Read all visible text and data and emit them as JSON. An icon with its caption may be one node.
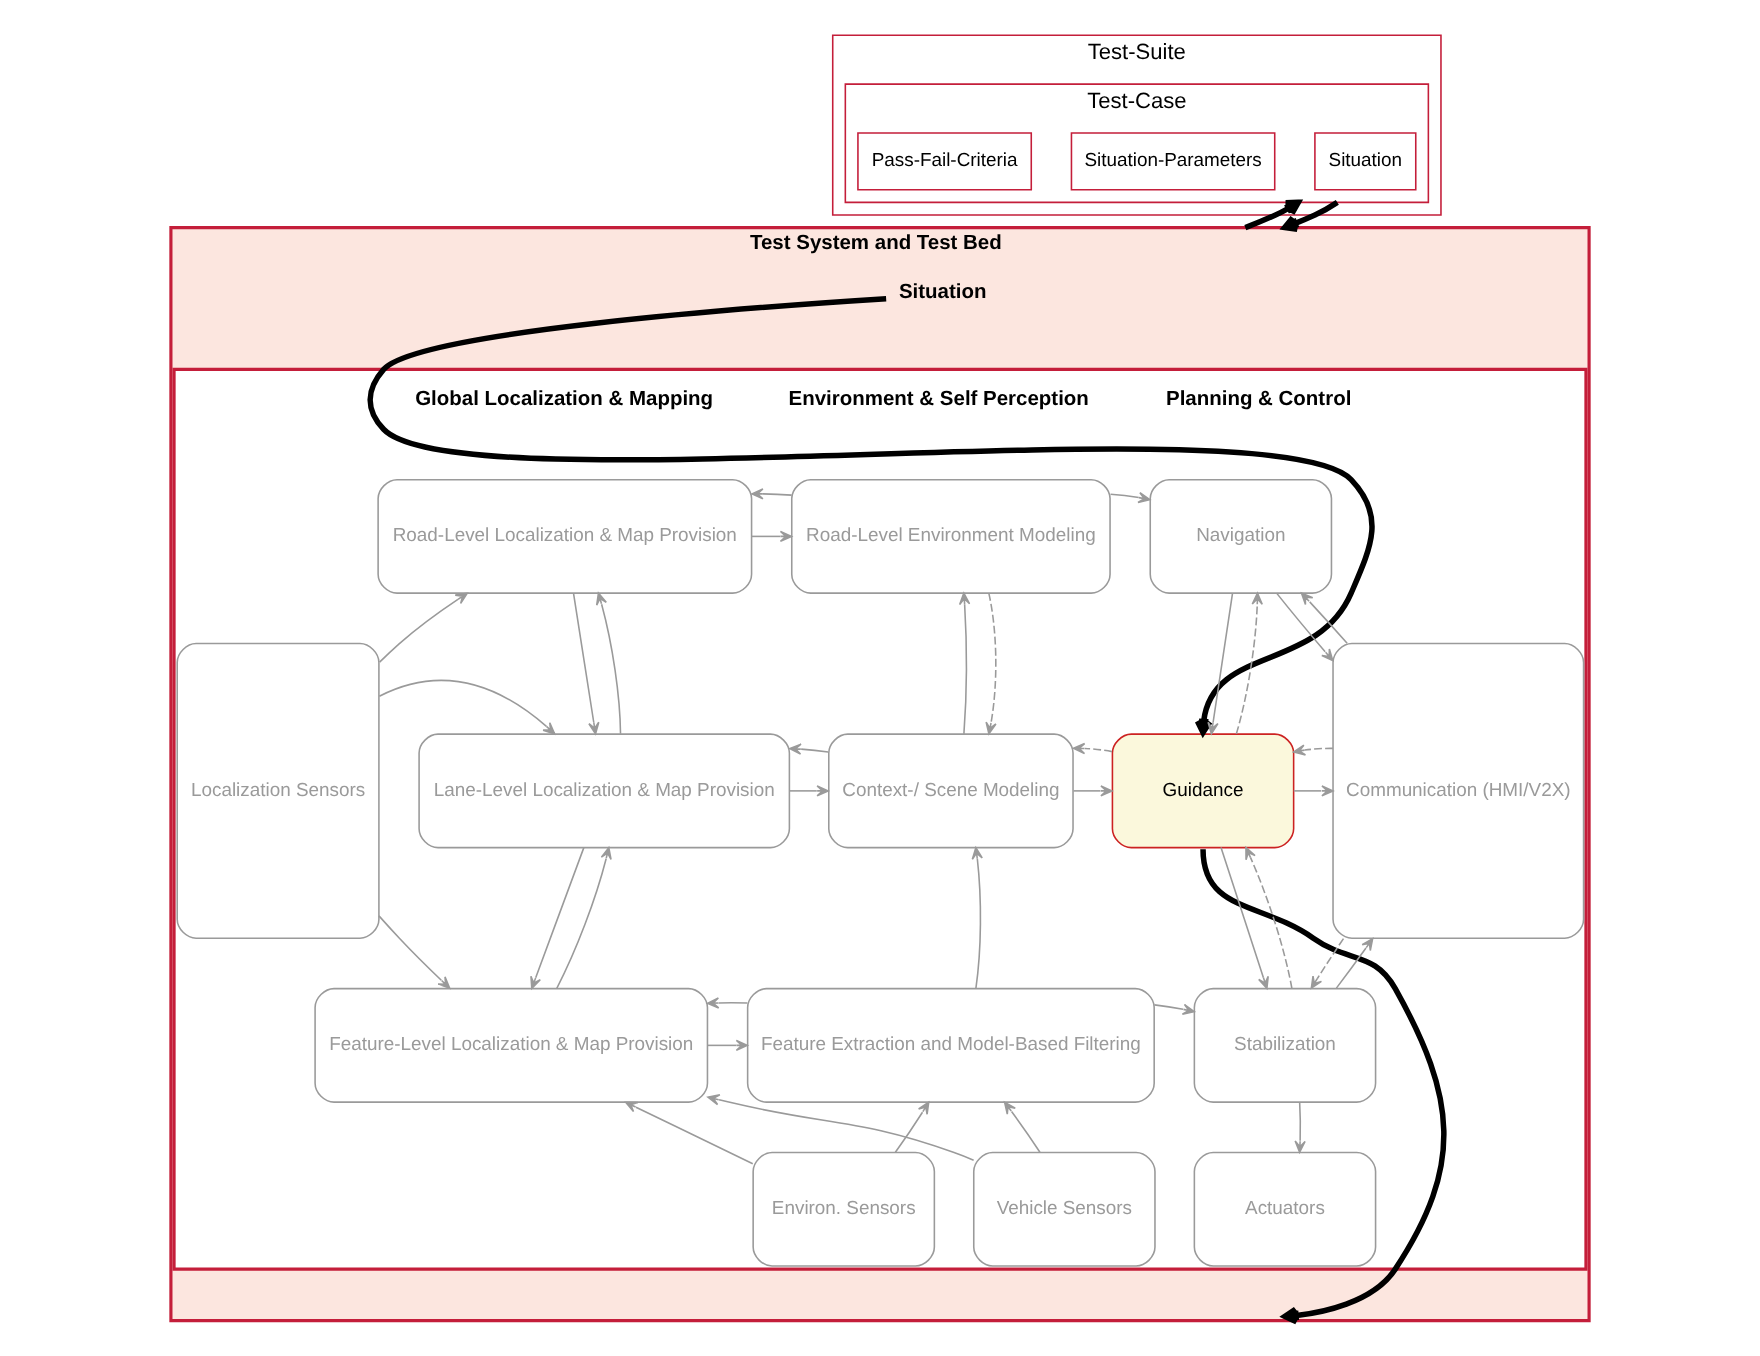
{
  "diagram": {
    "nodes": [
      {
        "text": [
          "Test-Suite"
        ]
      },
      {
        "text": [
          "Test-Case"
        ],
        "in": 0
      },
      {
        "text": [
          "Situation"
        ],
        "in": 1
      },
      {
        "text": [
          "Situation-Parameters"
        ],
        "in": 1
      },
      {
        "text": [
          "Pass-Fail-Criteria"
        ],
        "in": 1
      },
      {
        "text": [
          "Test System and Test Bed"
        ]
      },
      {
        "text": [
          "Situation"
        ],
        "in": 5
      },
      {
        "text": [],
        "shape": "box",
        "in": 5
      },
      {
        "text": [
          "Localization Sensors"
        ],
        "in": 7
      },
      {
        "text": [
          "Road-Level Localization & Map Provision"
        ],
        "in": 7
      },
      {
        "text": [
          "Lane-Level Localization & Map Provision"
        ],
        "in": 7
      },
      {
        "text": [
          "Feature-Level Localization & Map Provision"
        ],
        "in": 7
      },
      {
        "text": [
          "Road-Level Environment Modeling"
        ],
        "in": 7
      },
      {
        "text": [
          "Context-/ Scene Modeling"
        ],
        "in": 7
      },
      {
        "text": [
          "Feature Extraction and Model-Based Filtering"
        ],
        "in": 7
      },
      {
        "text": [
          "Environ. Sensors"
        ],
        "in": 7
      },
      {
        "text": [
          "Vehicle Sensors"
        ],
        "in": 7
      },
      {
        "text": [
          "Navigation"
        ],
        "in": 7
      },
      {
        "text": [
          "Guidance"
        ],
        "in": 7
      },
      {
        "text": [
          "Stabilization"
        ],
        "in": 7
      },
      {
        "text": [
          "Actuators"
        ],
        "in": 7
      },
      {
        "text": [
          "Communication (HMI/V2X)"
        ],
        "in": 7
      }
    ],
    "edges": [
      {
        "from": 1,
        "to": 5,
        "arrow": "to",
        "style": "thick",
        "color": "#000000"
      },
      {
        "from": 5,
        "to": 1,
        "arrow": "to",
        "style": "thick",
        "color": "#000000"
      },
      {
        "from": 6,
        "to": 18,
        "arrow": "to",
        "style": "thick",
        "color": "#000000"
      },
      {
        "from": 18,
        "to": 5,
        "arrow": "to",
        "style": "thick",
        "color": "#000000"
      },
      {
        "from": 8,
        "to": 9,
        "arrow": "to"
      },
      {
        "from": 8,
        "to": 10,
        "arrow": "to"
      },
      {
        "from": 8,
        "to": 11,
        "arrow": "to"
      },
      {
        "from": 9,
        "to": 12,
        "arrow": "to"
      },
      {
        "from": 12,
        "to": 9,
        "arrow": "to"
      },
      {
        "from": 10,
        "to": 13,
        "arrow": "to"
      },
      {
        "from": 13,
        "to": 10,
        "arrow": "to"
      },
      {
        "from": 11,
        "to": 14,
        "arrow": "to"
      },
      {
        "from": 14,
        "to": 11,
        "arrow": "to"
      },
      {
        "from": 9,
        "to": 10,
        "arrow": "to"
      },
      {
        "from": 10,
        "to": 9,
        "arrow": "to"
      },
      {
        "from": 10,
        "to": 11,
        "arrow": "to"
      },
      {
        "from": 11,
        "to": 10,
        "arrow": "to"
      },
      {
        "from": 13,
        "to": 12,
        "arrow": "to"
      },
      {
        "from": 12,
        "to": 13,
        "arrow": "to",
        "style": "dashed"
      },
      {
        "from": 14,
        "to": 13,
        "arrow": "to"
      },
      {
        "from": 15,
        "to": 14,
        "arrow": "to"
      },
      {
        "from": 16,
        "to": 14,
        "arrow": "to"
      },
      {
        "from": 15,
        "to": 11,
        "arrow": "to"
      },
      {
        "from": 16,
        "to": 11,
        "arrow": "to"
      },
      {
        "from": 12,
        "to": 17,
        "arrow": "to"
      },
      {
        "from": 13,
        "to": 18,
        "arrow": "to"
      },
      {
        "from": 18,
        "to": 13,
        "arrow": "to",
        "style": "dashed"
      },
      {
        "from": 14,
        "to": 19,
        "arrow": "to"
      },
      {
        "from": 17,
        "to": 18,
        "arrow": "to"
      },
      {
        "from": 18,
        "to": 17,
        "arrow": "to",
        "style": "dashed"
      },
      {
        "from": 18,
        "to": 19,
        "arrow": "to"
      },
      {
        "from": 19,
        "to": 18,
        "arrow": "to",
        "style": "dashed"
      },
      {
        "from": 19,
        "to": 20,
        "arrow": "to"
      },
      {
        "from": 17,
        "to": 21,
        "arrow": "to"
      },
      {
        "from": 21,
        "to": 17,
        "arrow": "to"
      },
      {
        "from": 18,
        "to": 21,
        "arrow": "to"
      },
      {
        "from": 21,
        "to": 18,
        "arrow": "to",
        "style": "dashed"
      },
      {
        "from": 19,
        "to": 21,
        "arrow": "to"
      },
      {
        "from": 21,
        "to": 19,
        "arrow": "to",
        "style": "dashed"
      }
    ],
    "labels": [
      "Global Localization & Mapping",
      "Environment & Self Perception",
      "Planning & Control"
    ]
  }
}
